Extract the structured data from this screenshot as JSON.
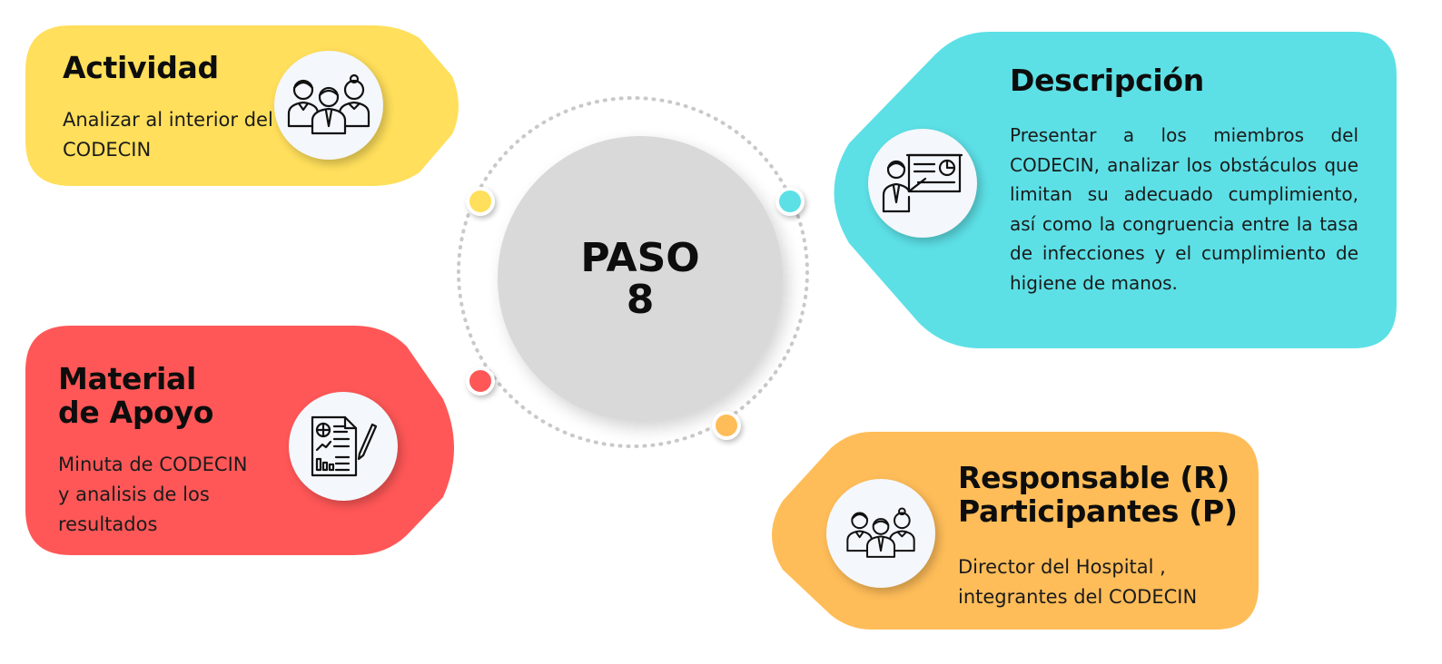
{
  "center": {
    "line1": "PASO",
    "line2": "8"
  },
  "actividad": {
    "title": "Actividad",
    "text_line1": "Analizar al interior del",
    "text_line2": "CODECIN",
    "color": "#FFDF5B",
    "icon": "team-people-icon"
  },
  "descripcion": {
    "title": "Descripción",
    "text": "Presentar a los miembros del CODECIN, analizar los obstáculos que limitan su adecuado cumplimiento, así como la congruencia entre la tasa de infecciones  y el cumplimiento de higiene de manos.",
    "color": "#5CE0E6",
    "icon": "presentation-icon"
  },
  "material": {
    "title_line1": "Material",
    "title_line2": "de Apoyo",
    "text_line1": "Minuta de CODECIN",
    "text_line2": "y analisis de los",
    "text_line3": "resultados",
    "color": "#FF5757",
    "icon": "document-report-icon"
  },
  "responsable": {
    "title_line1": "Responsable (R)",
    "title_line2": "Participantes (P)",
    "text_line1": "Director del Hospital ,",
    "text_line2": "integrantes del CODECIN",
    "color": "#FFBD59",
    "icon": "team-people-icon"
  },
  "dots": {
    "yellow": "#FFDF5B",
    "cyan": "#5CE0E6",
    "red": "#FF5757",
    "orange": "#FFBD59"
  }
}
